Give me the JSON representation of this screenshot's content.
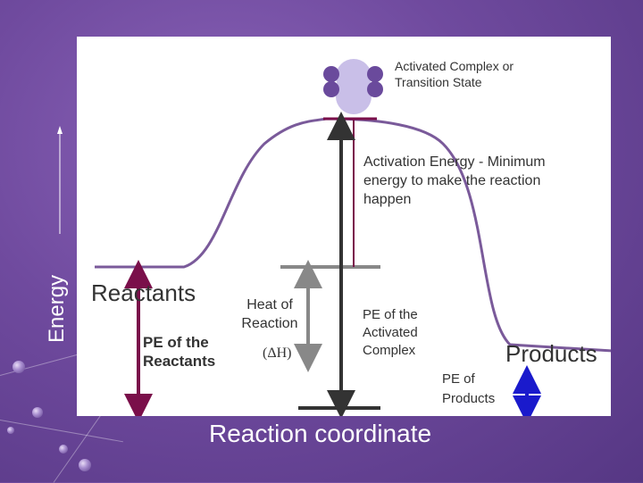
{
  "labels": {
    "activated_complex": "Activated Complex or Transition State",
    "activation_energy": "Activation Energy - Minimum energy to make the reaction happen",
    "reactants": "Reactants",
    "pe_reactants": "PE of the Reactants",
    "heat_of_reaction": "Heat of Reaction",
    "delta_h": "(ΔH)",
    "pe_activated_complex": "PE of the Activated Complex",
    "products": "Products",
    "pe_products": "PE of Products",
    "energy_axis": "Energy",
    "reaction_coordinate": "Reaction coordinate"
  },
  "colors": {
    "curve": "#7a5a9a",
    "reactant_arrow": "#7a0f4a",
    "heat_arrow": "#888888",
    "activation_arrow": "#333333",
    "product_arrow": "#1a1acc",
    "molecule_light": "#c9bfe8",
    "molecule_dark": "#6a4a9c"
  }
}
